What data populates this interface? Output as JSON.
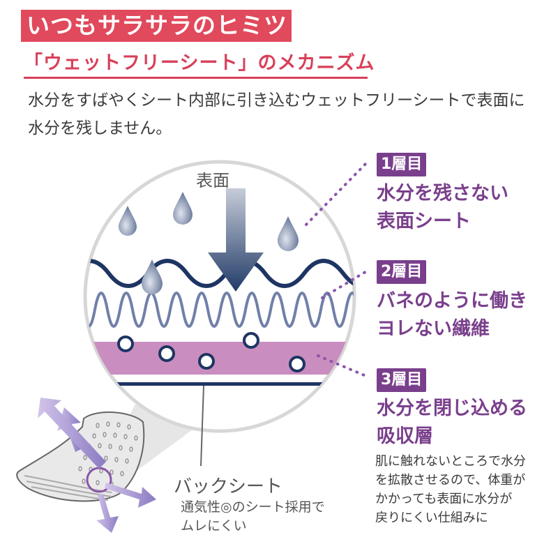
{
  "header": {
    "title": "いつもサラサラのヒミツ",
    "subtitle": "「ウェットフリーシート」のメカニズム"
  },
  "intro": {
    "line1": "水分をすばやくシート内部に引き込むウェットフリーシートで表面に",
    "line2": "水分を残しません。"
  },
  "diagram": {
    "surface_label": "表面",
    "layers": [
      {
        "badge": "1層目",
        "line1": "水分を残さない",
        "line2": "表面シート"
      },
      {
        "badge": "2層目",
        "line1": "バネのように働き",
        "line2": "ヨレない繊維"
      },
      {
        "badge": "3層目",
        "line1": "水分を閉じ込める",
        "line2": "吸収層"
      }
    ],
    "layer3_note": [
      "肌に触れないところで水分",
      "を拡散させるので、体重が",
      "かかっても表面に水分が",
      "戻りにくい仕組みに"
    ],
    "back_sheet": {
      "title": "バックシート",
      "line1": "通気性◎のシート採用で",
      "line2": "ムレにくい"
    }
  },
  "colors": {
    "title_bg": "#e04a5c",
    "accent_purple": "#7a3f8c",
    "navy": "#1e3563",
    "absorb_pink": "#c98ebf"
  }
}
